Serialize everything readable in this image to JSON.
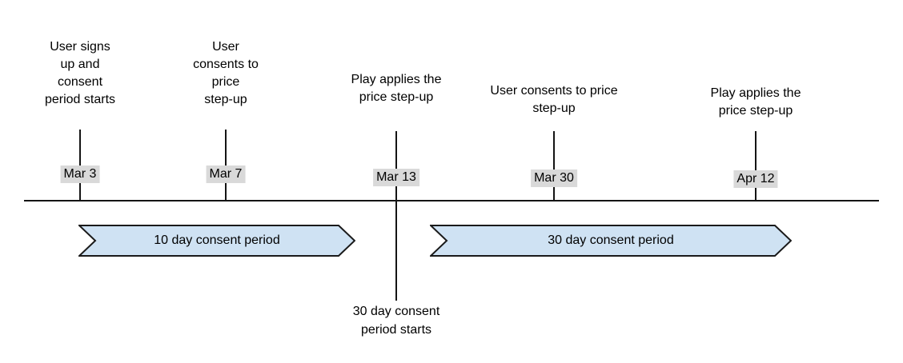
{
  "diagram": {
    "type": "timeline",
    "events": [
      {
        "date": "Mar 3",
        "label": "User signs\nup and\nconsent\nperiod starts"
      },
      {
        "date": "Mar 7",
        "label": "User\nconsents to\nprice\nstep-up"
      },
      {
        "date": "Mar 13",
        "label": "Play applies the\nprice step-up"
      },
      {
        "date": "Mar 30",
        "label": "User consents to price\nstep-up"
      },
      {
        "date": "Apr 12",
        "label": "Play applies the\nprice step-up"
      }
    ],
    "periods": [
      {
        "label": "10 day consent period",
        "start_date": "Mar 3",
        "end_date": "Mar 13"
      },
      {
        "label": "30 day consent period",
        "start_date": "Mar 13",
        "end_date": "Apr 12"
      }
    ],
    "annotation": "30 day consent\nperiod starts",
    "colors": {
      "period_fill": "#cfe2f3",
      "period_border": "#1a1a1a",
      "date_bg": "#d9d9d9",
      "line": "#141414",
      "text": "#000000"
    }
  }
}
